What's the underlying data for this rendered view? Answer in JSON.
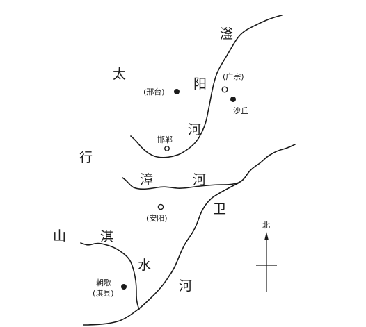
{
  "regions": {
    "taihang_1": "太",
    "taihang_2": "行",
    "taihang_3": "山"
  },
  "rivers": {
    "fuyang_1": "滏",
    "fuyang_2": "阳",
    "fuyang_3": "河",
    "zhang_1": "漳",
    "zhang_2": "河",
    "wei_1": "卫",
    "wei_2": "河",
    "qi_1": "淇",
    "qi_2": "水"
  },
  "cities": {
    "xingtai": {
      "label": "(邢台)",
      "marker": "filled"
    },
    "guangzong": {
      "label": "(广宗)",
      "marker": "ring"
    },
    "shaqiu": {
      "label": "沙丘",
      "marker": "filled"
    },
    "handan": {
      "label": "邯郸",
      "marker": "ring"
    },
    "anyang": {
      "label": "(安阳)",
      "marker": "ring"
    },
    "zhaoge": {
      "label_line1": "朝歌",
      "label_line2": "(淇县)",
      "marker": "filled"
    }
  },
  "compass": {
    "north_label": "北"
  },
  "colors": {
    "ink": "#1a1a1a",
    "background": "#ffffff"
  }
}
